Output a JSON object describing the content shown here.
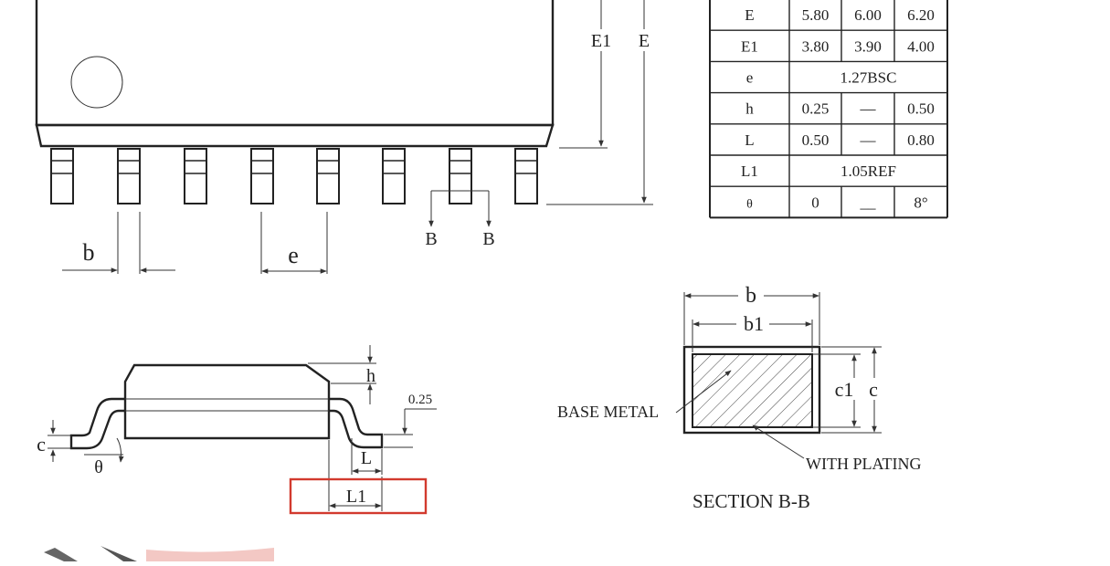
{
  "top_view": {
    "label_e1": "E1",
    "label_e": "E",
    "label_b": "b",
    "label_pitch": "e",
    "label_section_b1": "B",
    "label_section_b2": "B"
  },
  "dimension_table": {
    "rows": [
      {
        "symbol": "E",
        "min": "5.80",
        "nom": "6.00",
        "max": "6.20"
      },
      {
        "symbol": "E1",
        "min": "3.80",
        "nom": "3.90",
        "max": "4.00"
      },
      {
        "symbol": "e",
        "merged": "1.27BSC"
      },
      {
        "symbol": "h",
        "min": "0.25",
        "nom": "—",
        "max": "0.50"
      },
      {
        "symbol": "L",
        "min": "0.50",
        "nom": "—",
        "max": "0.80"
      },
      {
        "symbol": "L1",
        "merged": "1.05REF"
      },
      {
        "symbol": "θ",
        "min": "0",
        "nom": "__",
        "max": "8°"
      }
    ]
  },
  "side_view": {
    "label_h": "h",
    "label_gauge": "0.25",
    "label_c": "c",
    "label_theta": "θ",
    "label_l": "L",
    "label_l1": "L1",
    "highlight_color": "#d23a2e"
  },
  "section_view": {
    "label_b": "b",
    "label_b1": "b1",
    "label_c1": "c1",
    "label_c": "c",
    "label_base_metal": "BASE METAL",
    "label_with_plating": "WITH PLATING",
    "title": "SECTION B-B"
  }
}
